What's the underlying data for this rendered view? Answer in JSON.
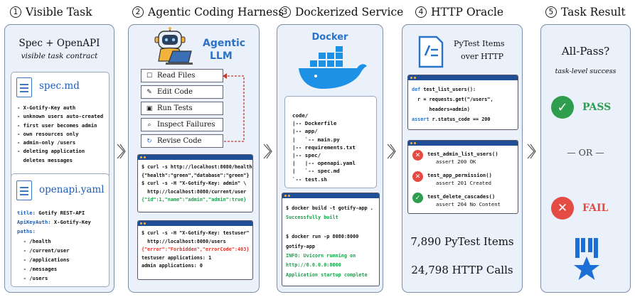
{
  "stages": [
    {
      "num": "1",
      "title": "Visible Task"
    },
    {
      "num": "2",
      "title": "Agentic Coding Harness"
    },
    {
      "num": "3",
      "title": "Dockerized Service"
    },
    {
      "num": "4",
      "title": "HTTP Oracle"
    },
    {
      "num": "5",
      "title": "Task Result"
    }
  ],
  "panel1": {
    "heading": "Spec + OpenAPI",
    "subheading": "visible task contract",
    "spec_file": "spec.md",
    "spec_lines": [
      "- X-Gotify-Key auth",
      "- unknown users auto-created",
      "- first user becomes admin",
      "- own resources only",
      "- admin-only /users",
      "- deleting application",
      "  deletes messages"
    ],
    "openapi_file": "openapi.yaml",
    "openapi_lines": [
      {
        "key": "title:",
        "val": " Gotify REST-API"
      },
      {
        "key": "ApiKeyAuth:",
        "val": " X-Gotify-Key"
      },
      {
        "key": "paths:",
        "val": ""
      },
      {
        "key": "",
        "val": "  - /health"
      },
      {
        "key": "",
        "val": "  - /current/user"
      },
      {
        "key": "",
        "val": "  - /applications"
      },
      {
        "key": "",
        "val": "  - /messages"
      },
      {
        "key": "",
        "val": "  - /users"
      }
    ]
  },
  "panel2": {
    "llm_label_1": "Agentic",
    "llm_label_2": "LLM",
    "actions": [
      {
        "icon": "file-icon",
        "glyph": "☐",
        "label": "Read Files"
      },
      {
        "icon": "pen-icon",
        "glyph": "✎",
        "label": "Edit Code"
      },
      {
        "icon": "run-icon",
        "glyph": "▣",
        "label": "Run Tests"
      },
      {
        "icon": "magnifier-icon",
        "glyph": "⌕",
        "label": "Inspect Failures"
      },
      {
        "icon": "refresh-icon",
        "glyph": "↻",
        "label": "Revise Code"
      }
    ],
    "term1": [
      {
        "t": "$ curl -s http://localhost:8080/health",
        "c": ""
      },
      {
        "t": "{\"health\":\"green\",\"database\":\"green\"}",
        "c": ""
      },
      {
        "t": "$ curl -s -H \"X-Gotify-Key: admin\" \\",
        "c": ""
      },
      {
        "t": "  http://localhost:8080/current/user",
        "c": ""
      },
      {
        "t": "{\"id\":1,\"name\":\"admin\",\"admin\":true}",
        "c": "green"
      }
    ],
    "term2": [
      {
        "t": "$ curl -s -H \"X-Gotify-Key: testuser\" \\",
        "c": ""
      },
      {
        "t": "  http://localhost:8080/users",
        "c": ""
      },
      {
        "t": "{\"error\":\"Forbidden\",\"errorCode\":403}",
        "c": "red"
      },
      {
        "t": "testuser applications: 1",
        "c": ""
      },
      {
        "t": "admin applications: 0",
        "c": ""
      }
    ]
  },
  "panel3": {
    "docker_label": "Docker",
    "tree": [
      "code/",
      "|-- Dockerfile",
      "|-- app/",
      "|   `-- main.py",
      "|-- requirements.txt",
      "|-- spec/",
      "|   |-- openapi.yaml",
      "|   `-- spec.md",
      "`-- test.sh"
    ],
    "term": [
      {
        "t": "$ docker build -t gotify-app .",
        "c": ""
      },
      {
        "t": "Successfully built",
        "c": "green"
      },
      {
        "t": "",
        "c": ""
      },
      {
        "t": "$ docker run -p 8080:8000",
        "c": ""
      },
      {
        "t": "gotify-app",
        "c": ""
      },
      {
        "t": "INFO: Uvicorn running on",
        "c": "green"
      },
      {
        "t": "http://0.0.0.0:8000",
        "c": "green"
      },
      {
        "t": "Application startup complete",
        "c": "green"
      }
    ]
  },
  "panel4": {
    "heading_1": "PyTest Items",
    "heading_2": "over HTTP",
    "code": [
      {
        "kw": "def",
        "rest": " test_list_users():"
      },
      {
        "kw": "",
        "rest": "  r = requests.get(\"/users\","
      },
      {
        "kw": "",
        "rest": "      headers=admin)"
      },
      {
        "kw": "assert",
        "rest": " r.status_code == 200"
      }
    ],
    "results": [
      {
        "status": "fail",
        "name": "test_admin_list_users()",
        "detail": "assert 200 OK"
      },
      {
        "status": "fail",
        "name": "test_app_permission()",
        "detail": "assert 201 Created"
      },
      {
        "status": "pass",
        "name": "test_delete_cascades()",
        "detail": "assert 204 No Content"
      }
    ],
    "stat1": "7,890 PyTest Items",
    "stat2": "24,798 HTTP Calls"
  },
  "panel5": {
    "heading": "All-Pass?",
    "subheading": "task-level success",
    "pass_label": "PASS",
    "or_label": "— OR —",
    "fail_label": "FAIL"
  },
  "colors": {
    "panel_bg": "#eaf1fb",
    "accent_blue": "#1d5fb8",
    "pass_green": "#2e9e4e",
    "fail_red": "#e34b43",
    "terminal_bar": "#1f4e96"
  }
}
